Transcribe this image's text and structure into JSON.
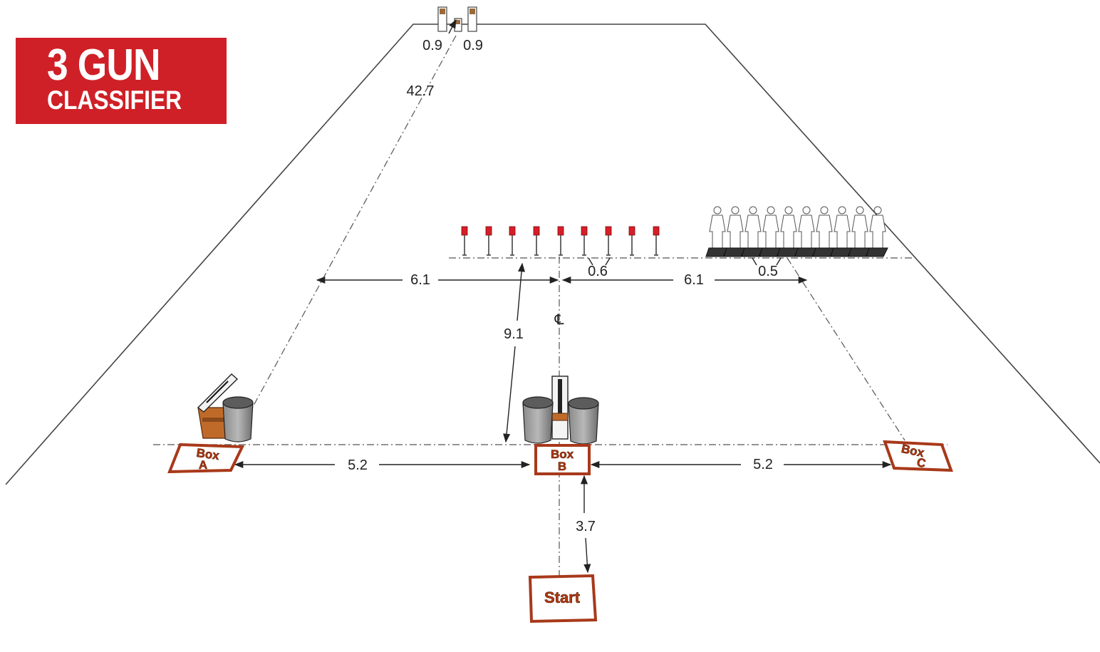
{
  "logo": {
    "line1": "3 GUN",
    "line2": "CLASSIFIER"
  },
  "colors": {
    "accent": "#cf2027",
    "box_outline": "#a8391a",
    "steel_post": "#d81e28",
    "text": "#222222"
  },
  "dimensions": {
    "top_left_gap": "0.9",
    "top_right_gap": "0.9",
    "far_distance": "42.7",
    "left_offset": "6.1",
    "right_offset": "6.1",
    "plate_spacing": "0.6",
    "silhouette_spacing": "0.5",
    "forward_distance": "9.1",
    "box_a_to_b": "5.2",
    "box_b_to_c": "5.2",
    "start_to_box_b": "3.7",
    "centerline": "℄"
  },
  "boxes": {
    "box_a": {
      "line1": "Box",
      "line2": "A"
    },
    "box_b": {
      "line1": "Box",
      "line2": "B"
    },
    "box_c": {
      "line1": "Box",
      "line2": "C"
    },
    "start": "Start"
  },
  "icons": [
    "steel-plate-icon",
    "silhouette-target-icon",
    "barrel-icon",
    "rifle-rack-icon",
    "arrow-icon"
  ]
}
